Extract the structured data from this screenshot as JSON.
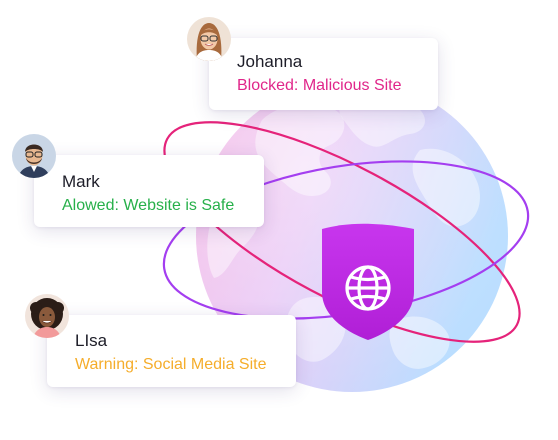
{
  "users": [
    {
      "name": "Johanna",
      "status": "Blocked: Malicious Site",
      "status_type": "blocked",
      "status_color": "#e0268a"
    },
    {
      "name": "Mark",
      "status": "Alowed: Website is Safe",
      "status_type": "allowed",
      "status_color": "#27b04a"
    },
    {
      "name": "LIsa",
      "status": "Warning: Social Media Site",
      "status_type": "warning",
      "status_color": "#f5ad2b"
    }
  ],
  "shield": {
    "icon": "globe-icon",
    "color": "#c02ae3"
  },
  "globe_colors": {
    "left": "#f3b6e2",
    "right": "#bfe0ff",
    "orbit_pink": "#e5237a",
    "orbit_purple": "#a43ef0"
  }
}
